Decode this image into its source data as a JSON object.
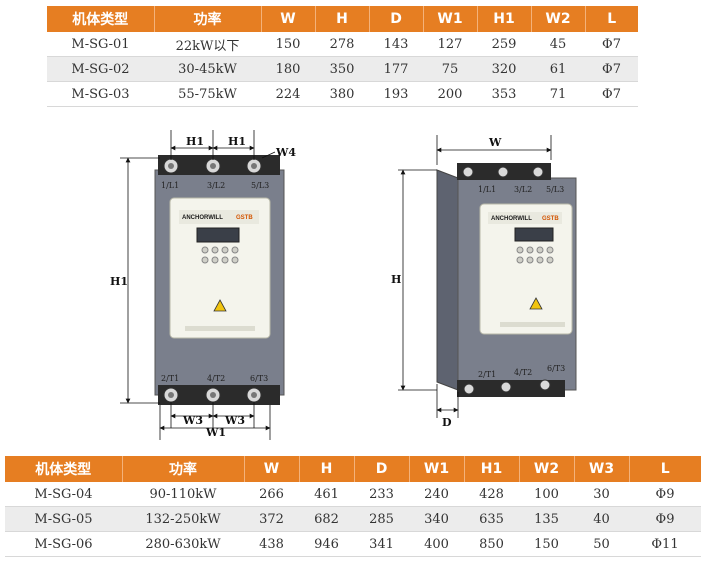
{
  "top_table": {
    "headers": [
      "机体类型",
      "功率",
      "W",
      "H",
      "D",
      "W1",
      "H1",
      "W2",
      "L"
    ],
    "rows": [
      [
        "M-SG-01",
        "22kW以下",
        "150",
        "278",
        "143",
        "127",
        "259",
        "45",
        "Φ7"
      ],
      [
        "M-SG-02",
        "30-45kW",
        "180",
        "350",
        "177",
        "75",
        "320",
        "61",
        "Φ7"
      ],
      [
        "M-SG-03",
        "55-75kW",
        "224",
        "380",
        "193",
        "200",
        "353",
        "71",
        "Φ7"
      ]
    ]
  },
  "bottom_table": {
    "headers": [
      "机体类型",
      "功率",
      "W",
      "H",
      "D",
      "W1",
      "H1",
      "W2",
      "W3",
      "L"
    ],
    "rows": [
      [
        "M-SG-04",
        "90-110kW",
        "266",
        "461",
        "233",
        "240",
        "428",
        "100",
        "30",
        "Φ9"
      ],
      [
        "M-SG-05",
        "132-250kW",
        "372",
        "682",
        "285",
        "340",
        "635",
        "135",
        "40",
        "Φ9"
      ],
      [
        "M-SG-06",
        "280-630kW",
        "438",
        "946",
        "341",
        "400",
        "850",
        "150",
        "50",
        "Φ11"
      ]
    ]
  },
  "front_view": {
    "dim_h1_top_left": "H1",
    "dim_h1_top_right": "H1",
    "dim_w4": "W4",
    "dim_h1_side": "H1",
    "dim_w3_left": "W3",
    "dim_w3_right": "W3",
    "dim_w1": "W1",
    "terminals_top": [
      "1/L1",
      "3/L2",
      "5/L3"
    ],
    "terminals_bottom": [
      "2/T1",
      "4/T2",
      "6/T3"
    ],
    "brand": "ANCHORWILL",
    "model_tag": "GSTB"
  },
  "side_view": {
    "dim_w": "W",
    "dim_h": "H",
    "dim_d": "D",
    "terminals_top": [
      "1/L1",
      "3/L2",
      "5/L3"
    ],
    "terminals_bottom": [
      "2/T1",
      "4/T2",
      "6/T3"
    ],
    "brand": "ANCHORWILL",
    "model_tag": "GSTB"
  },
  "colors": {
    "header": "#e67e22",
    "alt_row": "#ececec",
    "chassis": "#7a7f8c",
    "panel": "#f4f4ec"
  }
}
